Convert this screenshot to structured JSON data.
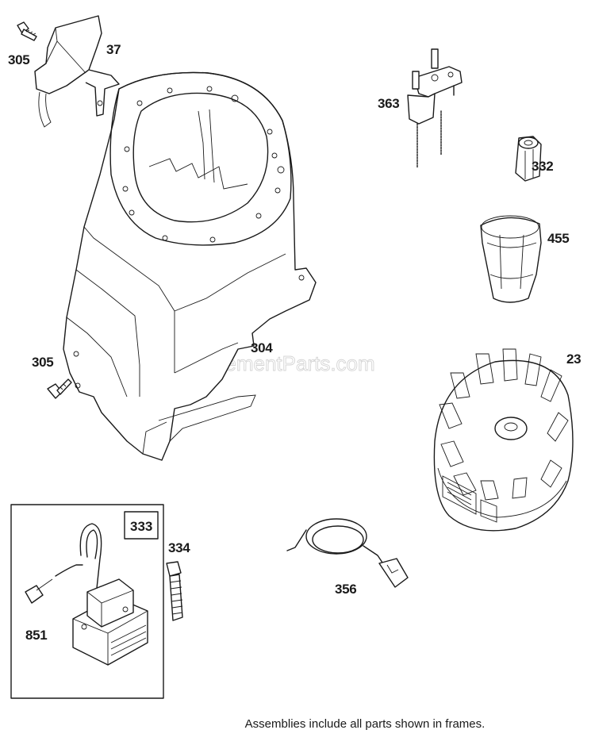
{
  "watermark": "eReplacementParts.com",
  "frame": {
    "label": "333"
  },
  "labels": {
    "p305_top": "305",
    "p37": "37",
    "p363": "363",
    "p332": "332",
    "p455": "455",
    "p305_mid": "305",
    "p304": "304",
    "p23": "23",
    "p334": "334",
    "p851": "851",
    "p356": "356"
  },
  "footer_note": "Assemblies include all parts shown in frames."
}
